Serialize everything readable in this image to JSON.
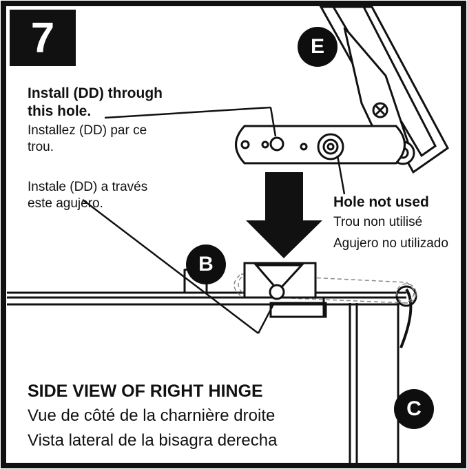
{
  "step": {
    "number": "7"
  },
  "badges": {
    "e": "E",
    "b": "B",
    "c": "C"
  },
  "callout_install": {
    "en": "Install (DD) through this hole.",
    "fr": "Installez (DD) par ce trou.",
    "pt": "Instale (DD) a través este agujero."
  },
  "callout_hole": {
    "en": "Hole not used",
    "fr": "Trou non utilisé",
    "es": "Agujero no utilizado"
  },
  "caption": {
    "en": "SIDE VIEW OF RIGHT HINGE",
    "fr": "Vue de côté de la charnière droite",
    "es": "Vista lateral de la bisagra derecha"
  },
  "colors": {
    "ink": "#111111",
    "paper": "#ffffff",
    "dashed": "#888888"
  }
}
